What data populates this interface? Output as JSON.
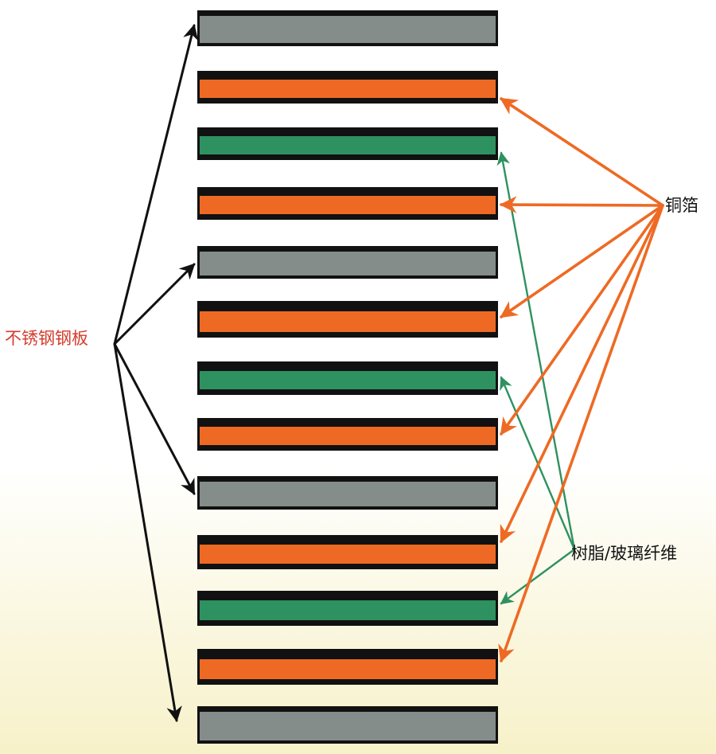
{
  "labels": {
    "steel": "不锈钢钢板",
    "copper": "铜箔",
    "resin": "树脂/玻璃纤维"
  },
  "colors": {
    "steel": "#858d8b",
    "copper": "#ee6a24",
    "resin": "#2e9160",
    "border": "#111111",
    "steel_label": "#d43c2c",
    "copper_label": "#111111",
    "resin_label": "#111111",
    "steel_arrow": "#111111",
    "copper_arrow": "#ee6a24",
    "resin_arrow": "#2e9160"
  },
  "layers": [
    {
      "material": "steel"
    },
    {
      "material": "copper"
    },
    {
      "material": "resin"
    },
    {
      "material": "copper"
    },
    {
      "material": "steel"
    },
    {
      "material": "copper"
    },
    {
      "material": "resin"
    },
    {
      "material": "copper"
    },
    {
      "material": "steel"
    },
    {
      "material": "copper"
    },
    {
      "material": "resin"
    },
    {
      "material": "copper"
    },
    {
      "material": "steel"
    }
  ]
}
